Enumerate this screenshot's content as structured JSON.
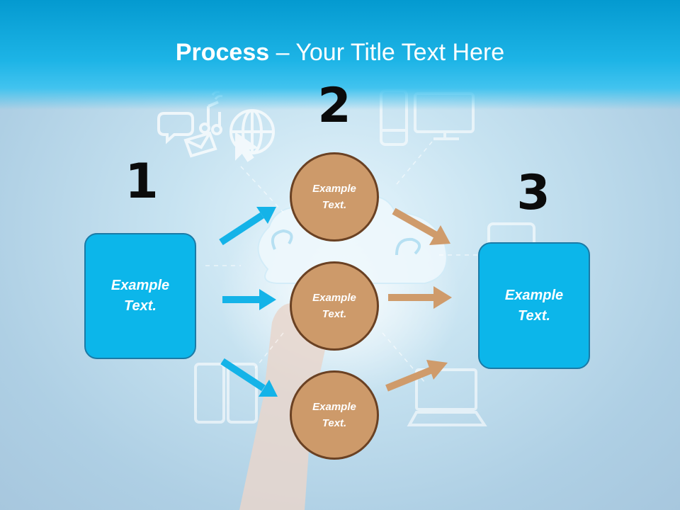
{
  "title": {
    "strong": "Process",
    "rest": " – Your Title Text Here"
  },
  "steps": [
    {
      "number": "1",
      "text": "Example Text."
    },
    {
      "number": "2",
      "circles": [
        "Example Text.",
        "Example Text.",
        "Example Text."
      ]
    },
    {
      "number": "3",
      "text": "Example Text."
    }
  ],
  "colors": {
    "header": "#1db4e6",
    "box": "#0cb6ea",
    "circle": "#cd9a6a",
    "arrow_blue": "#14b3e8",
    "arrow_tan": "#cf9b6b"
  },
  "background_icons": [
    "chat-icon",
    "music-note-icon",
    "envelope-icon",
    "globe-cursor-icon",
    "phone-icon",
    "monitor-icon",
    "tablet-icon",
    "laptop-icon",
    "cloud-icon",
    "hand-illustration"
  ]
}
